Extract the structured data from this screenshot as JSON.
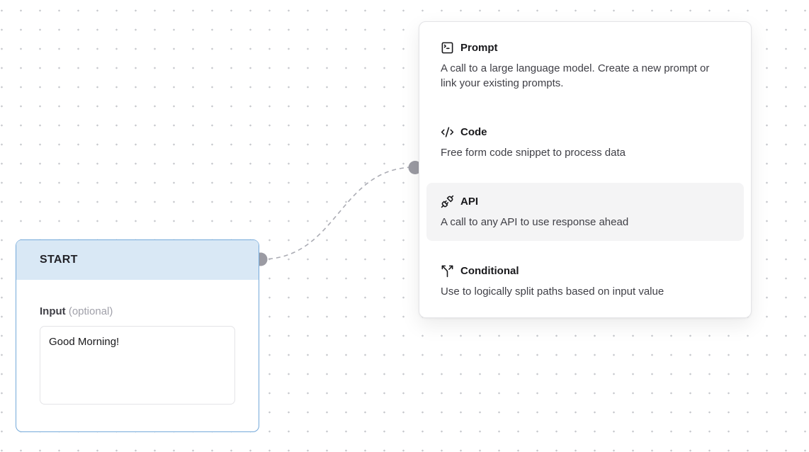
{
  "canvas": {
    "background": "#ffffff",
    "dot_color": "#c6c8cd"
  },
  "edge": {
    "style": "dashed",
    "color": "#abacb4",
    "handle_color": "#9b9ba3"
  },
  "start_node": {
    "title": "START",
    "header_bg": "#d9e8f5",
    "border_color": "#74a9da",
    "input_label": "Input",
    "input_optional": "(optional)",
    "input_value": "Good Morning!"
  },
  "node_menu": {
    "highlight_bg": "#f4f4f5",
    "items": [
      {
        "icon": "square-terminal-icon",
        "label": "Prompt",
        "description": "A call to a large language model. Create a new prompt or link your existing prompts.",
        "highlighted": false
      },
      {
        "icon": "code-icon",
        "label": "Code",
        "description": "Free form code snippet to process data",
        "highlighted": false
      },
      {
        "icon": "unplug-icon",
        "label": "API",
        "description": "A call to any API to use response ahead",
        "highlighted": true
      },
      {
        "icon": "split-icon",
        "label": "Conditional",
        "description": "Use to logically split paths based on input value",
        "highlighted": false
      }
    ]
  }
}
